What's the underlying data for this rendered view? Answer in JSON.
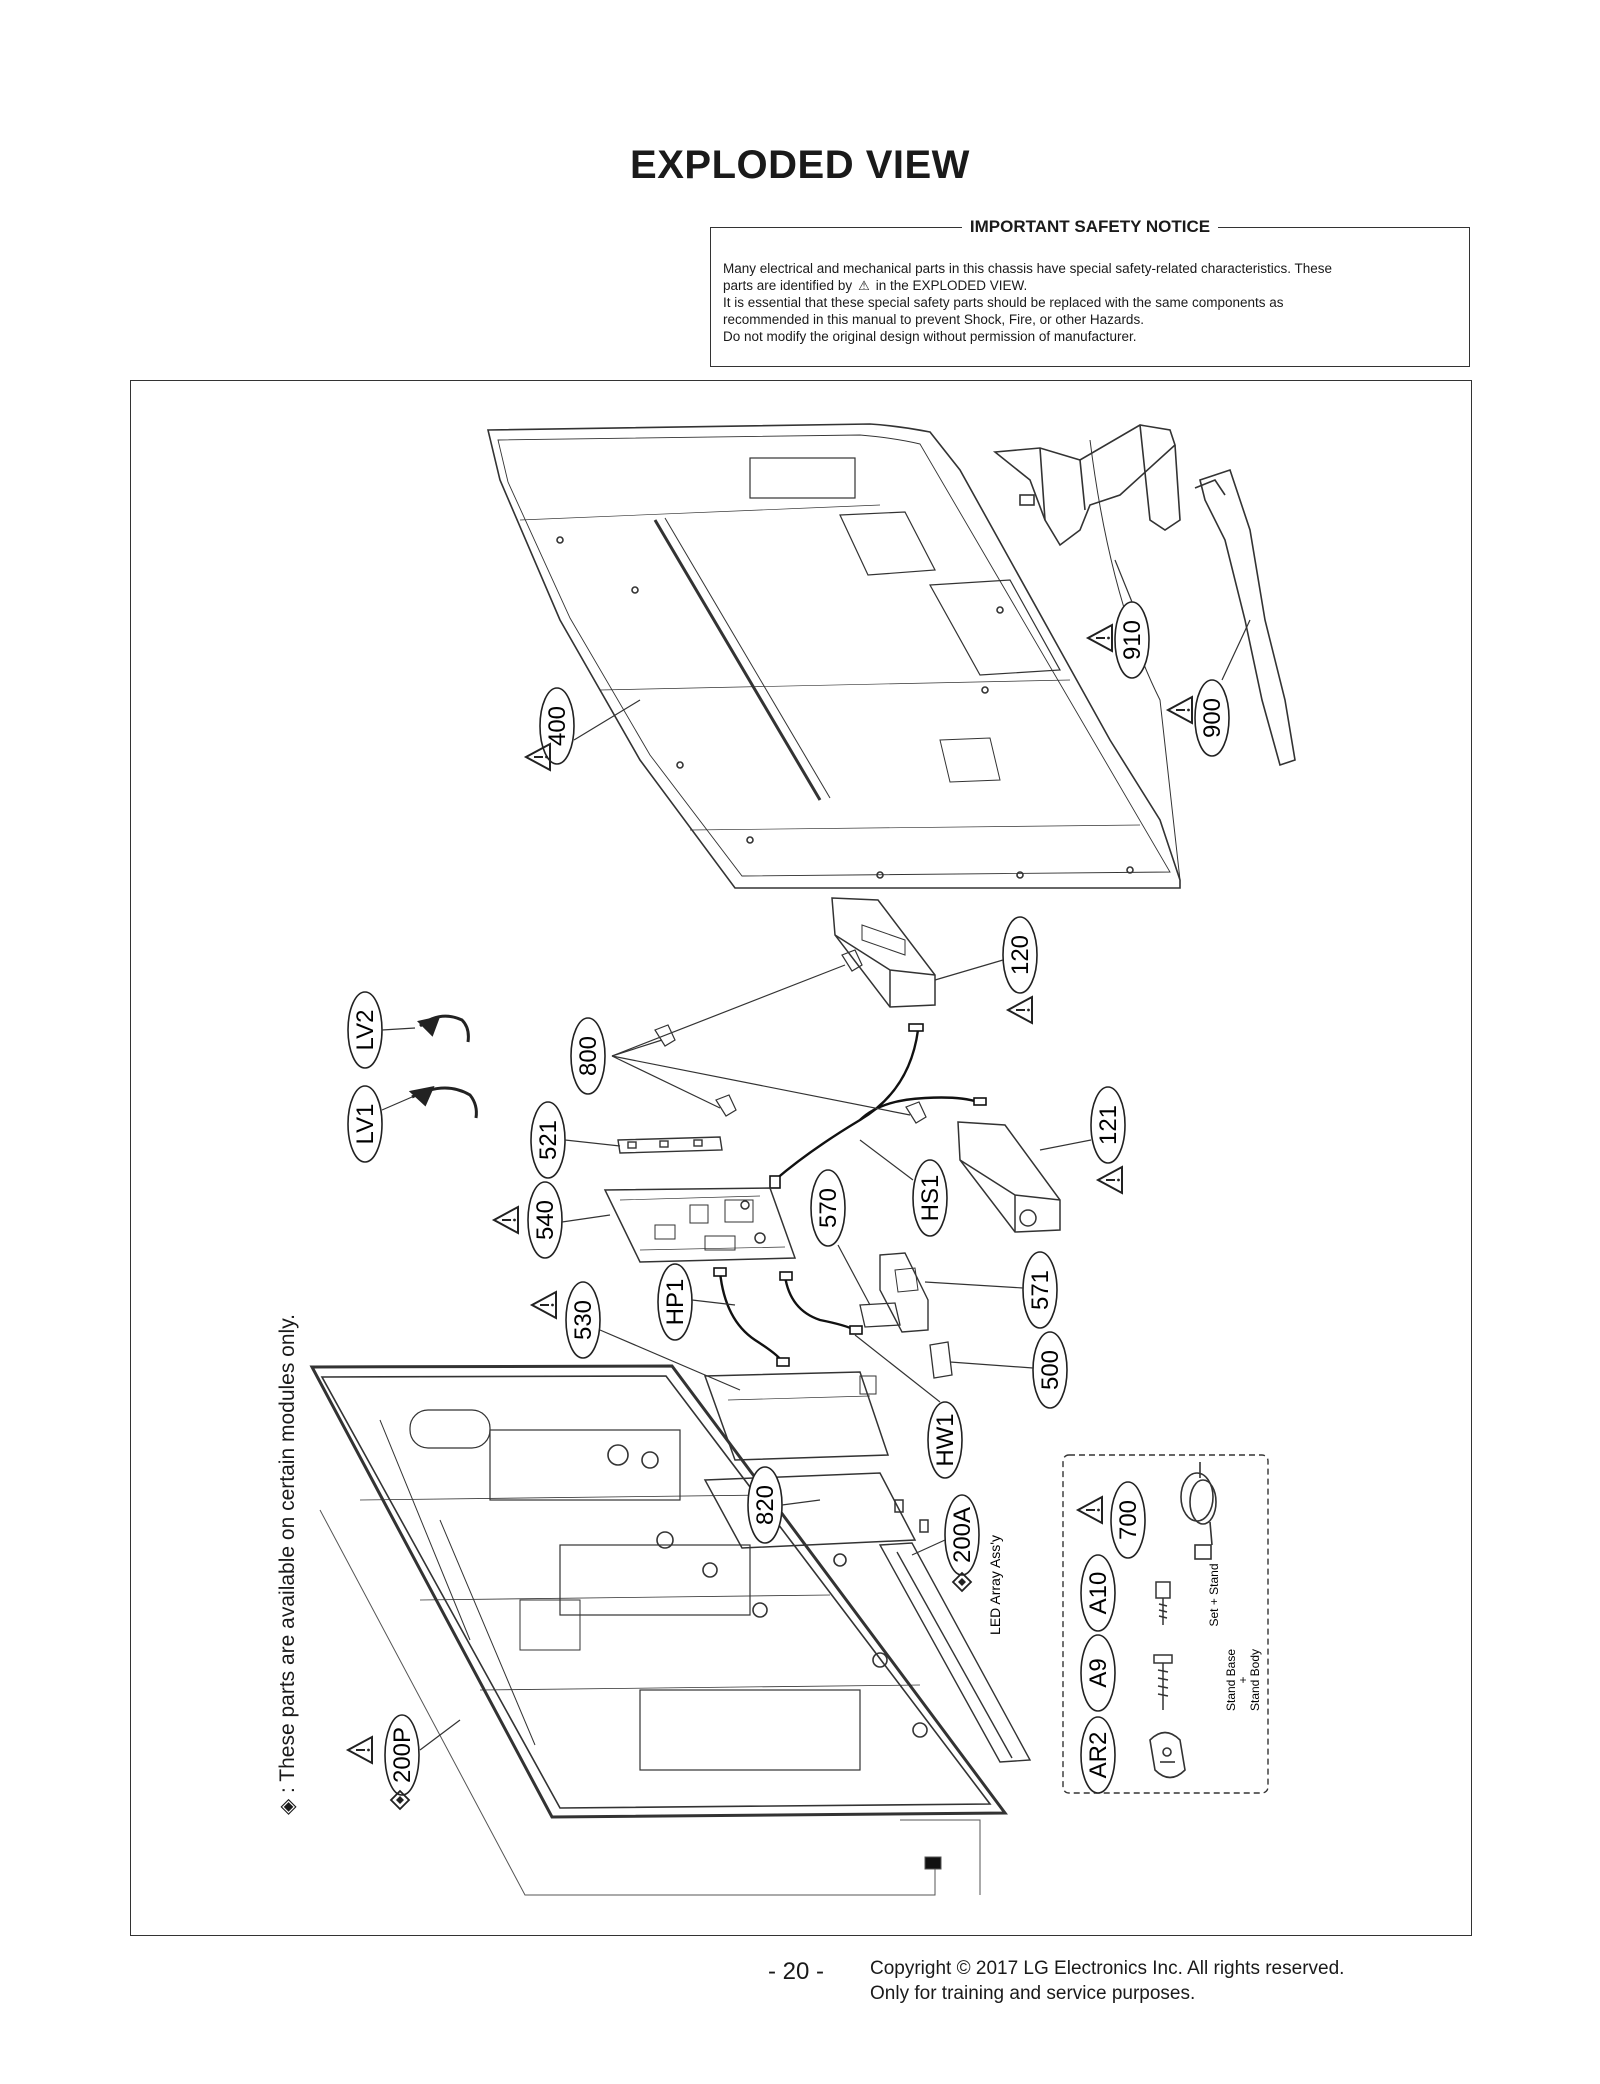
{
  "page": {
    "title": "EXPLODED VIEW",
    "page_number": "- 20 -",
    "copyright_line1": "Copyright © 2017 LG Electronics Inc. All rights reserved.",
    "copyright_line2": "Only for training and service purposes."
  },
  "notice": {
    "title": "IMPORTANT SAFETY NOTICE",
    "line1": "Many electrical and mechanical parts in this chassis have special safety-related characteristics. These",
    "line2_pre": "parts are identified by",
    "line2_post": "in the EXPLODED VIEW.",
    "line3": "It is essential that these special safety parts should be replaced with the same components as",
    "line4": "recommended in this manual to prevent Shock, Fire, or other Hazards.",
    "line5": "Do not modify the original design without permission of manufacturer."
  },
  "diagram": {
    "side_note": "◈ : These parts are available on certain modules only.",
    "labels": {
      "p400": "400",
      "p910": "910",
      "p900": "900",
      "p120": "120",
      "p121": "121",
      "p800": "800",
      "p521": "521",
      "p540": "540",
      "p530": "530",
      "p570": "570",
      "p571": "571",
      "p500": "500",
      "pHS1": "HS1",
      "pHP1": "HP1",
      "pHW1": "HW1",
      "p820": "820",
      "p200A": "200A",
      "p200P": "200P",
      "pLV1": "LV1",
      "pLV2": "LV2",
      "p700": "700",
      "pA10": "A10",
      "pA9": "A9",
      "pAR2": "AR2"
    },
    "captions": {
      "led_array": "LED Array Ass'y",
      "set_stand": "Set + Stand",
      "stand_base": "Stand Base",
      "plus": "+",
      "stand_body": "Stand Body"
    },
    "marker_warning": "⚠",
    "marker_module": "◈"
  }
}
